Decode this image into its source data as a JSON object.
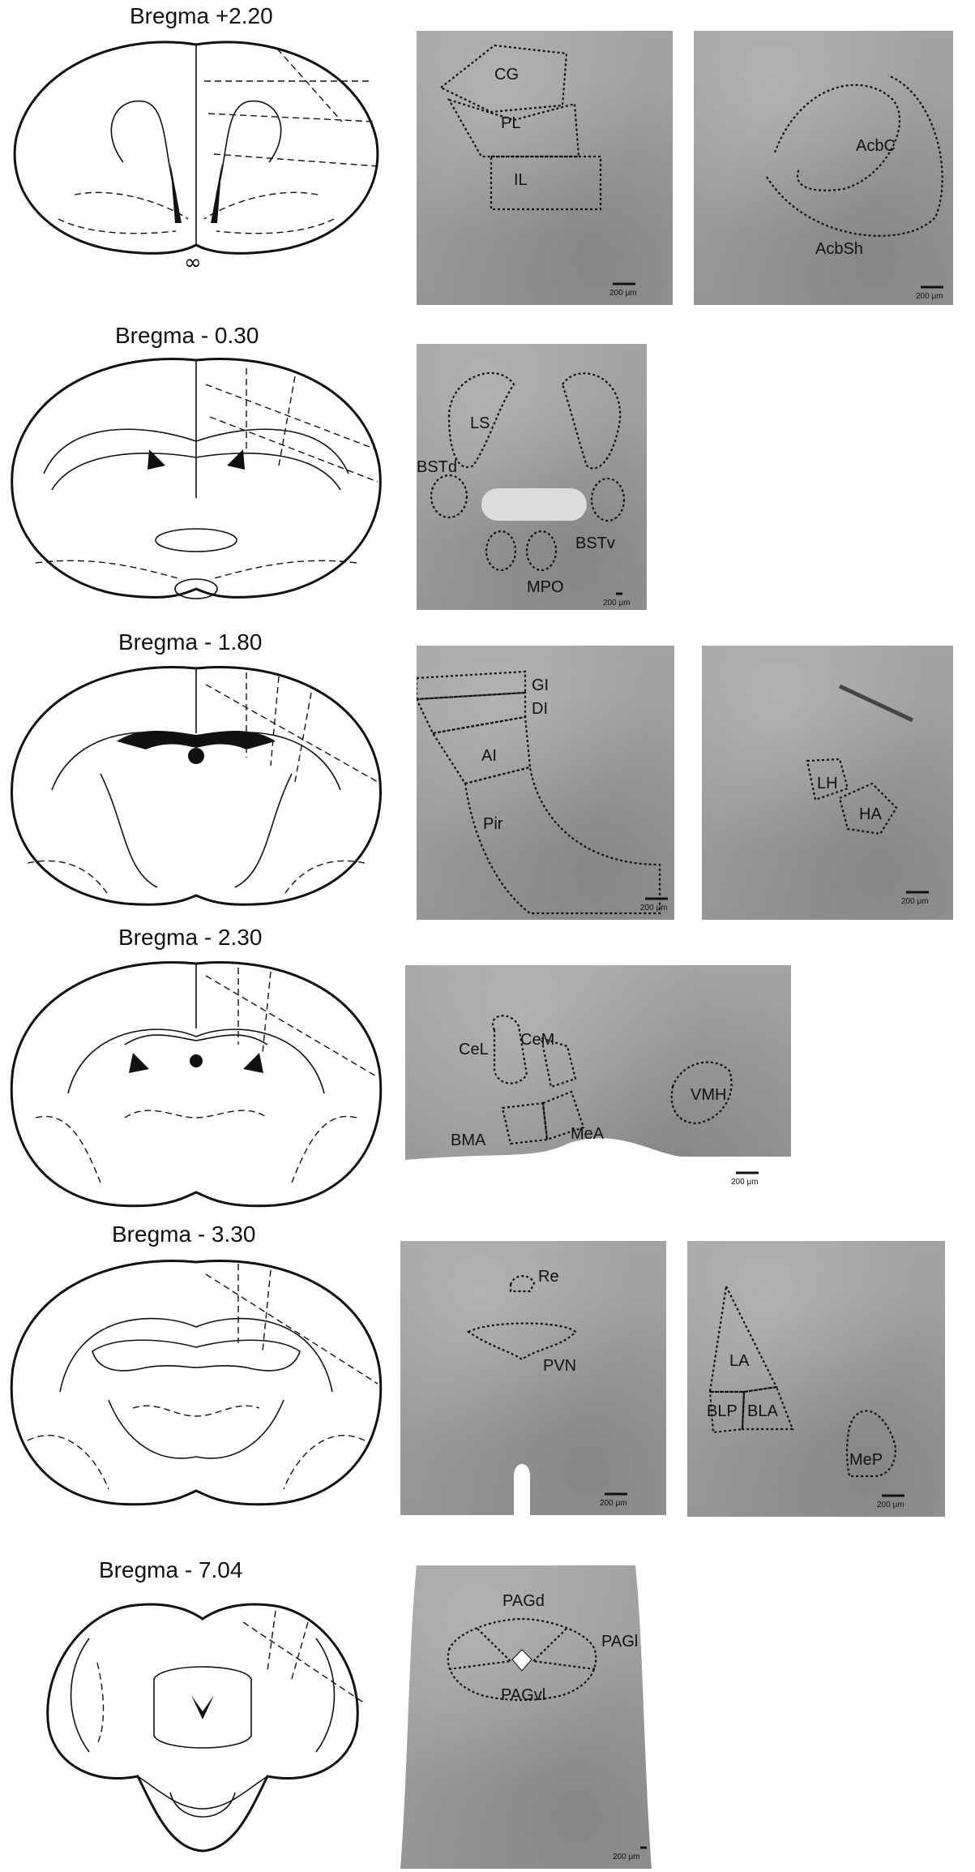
{
  "rows": [
    {
      "bregma": "Bregma +2.20",
      "panels": [
        {
          "regions": [
            "CG",
            "PL",
            "IL"
          ],
          "scale": "200 μm"
        },
        {
          "regions": [
            "AcbC",
            "AcbSh"
          ],
          "scale": "200 μm"
        }
      ]
    },
    {
      "bregma": "Bregma - 0.30",
      "panels": [
        {
          "regions": [
            "LS",
            "BSTd",
            "BSTv",
            "MPO"
          ],
          "scale": "200 μm"
        }
      ]
    },
    {
      "bregma": "Bregma - 1.80",
      "panels": [
        {
          "regions": [
            "GI",
            "DI",
            "AI",
            "Pir"
          ],
          "scale": "200 μm"
        },
        {
          "regions": [
            "LH",
            "HA"
          ],
          "scale": "200 μm"
        }
      ]
    },
    {
      "bregma": "Bregma - 2.30",
      "panels": [
        {
          "regions": [
            "CeL",
            "CeM",
            "BMA",
            "MeA",
            "VMH"
          ],
          "scale": "200 μm"
        }
      ]
    },
    {
      "bregma": "Bregma - 3.30",
      "panels": [
        {
          "regions": [
            "Re",
            "PVN"
          ],
          "scale": "200 μm"
        },
        {
          "regions": [
            "LA",
            "BLP",
            "BLA",
            "MeP"
          ],
          "scale": "200 μm"
        }
      ]
    },
    {
      "bregma": "Bregma - 7.04",
      "panels": [
        {
          "regions": [
            "PAGd",
            "PAGl",
            "PAGvl"
          ],
          "scale": "200 μm"
        }
      ]
    }
  ],
  "atlas_marks": {
    "ac_symbol": "∞"
  }
}
